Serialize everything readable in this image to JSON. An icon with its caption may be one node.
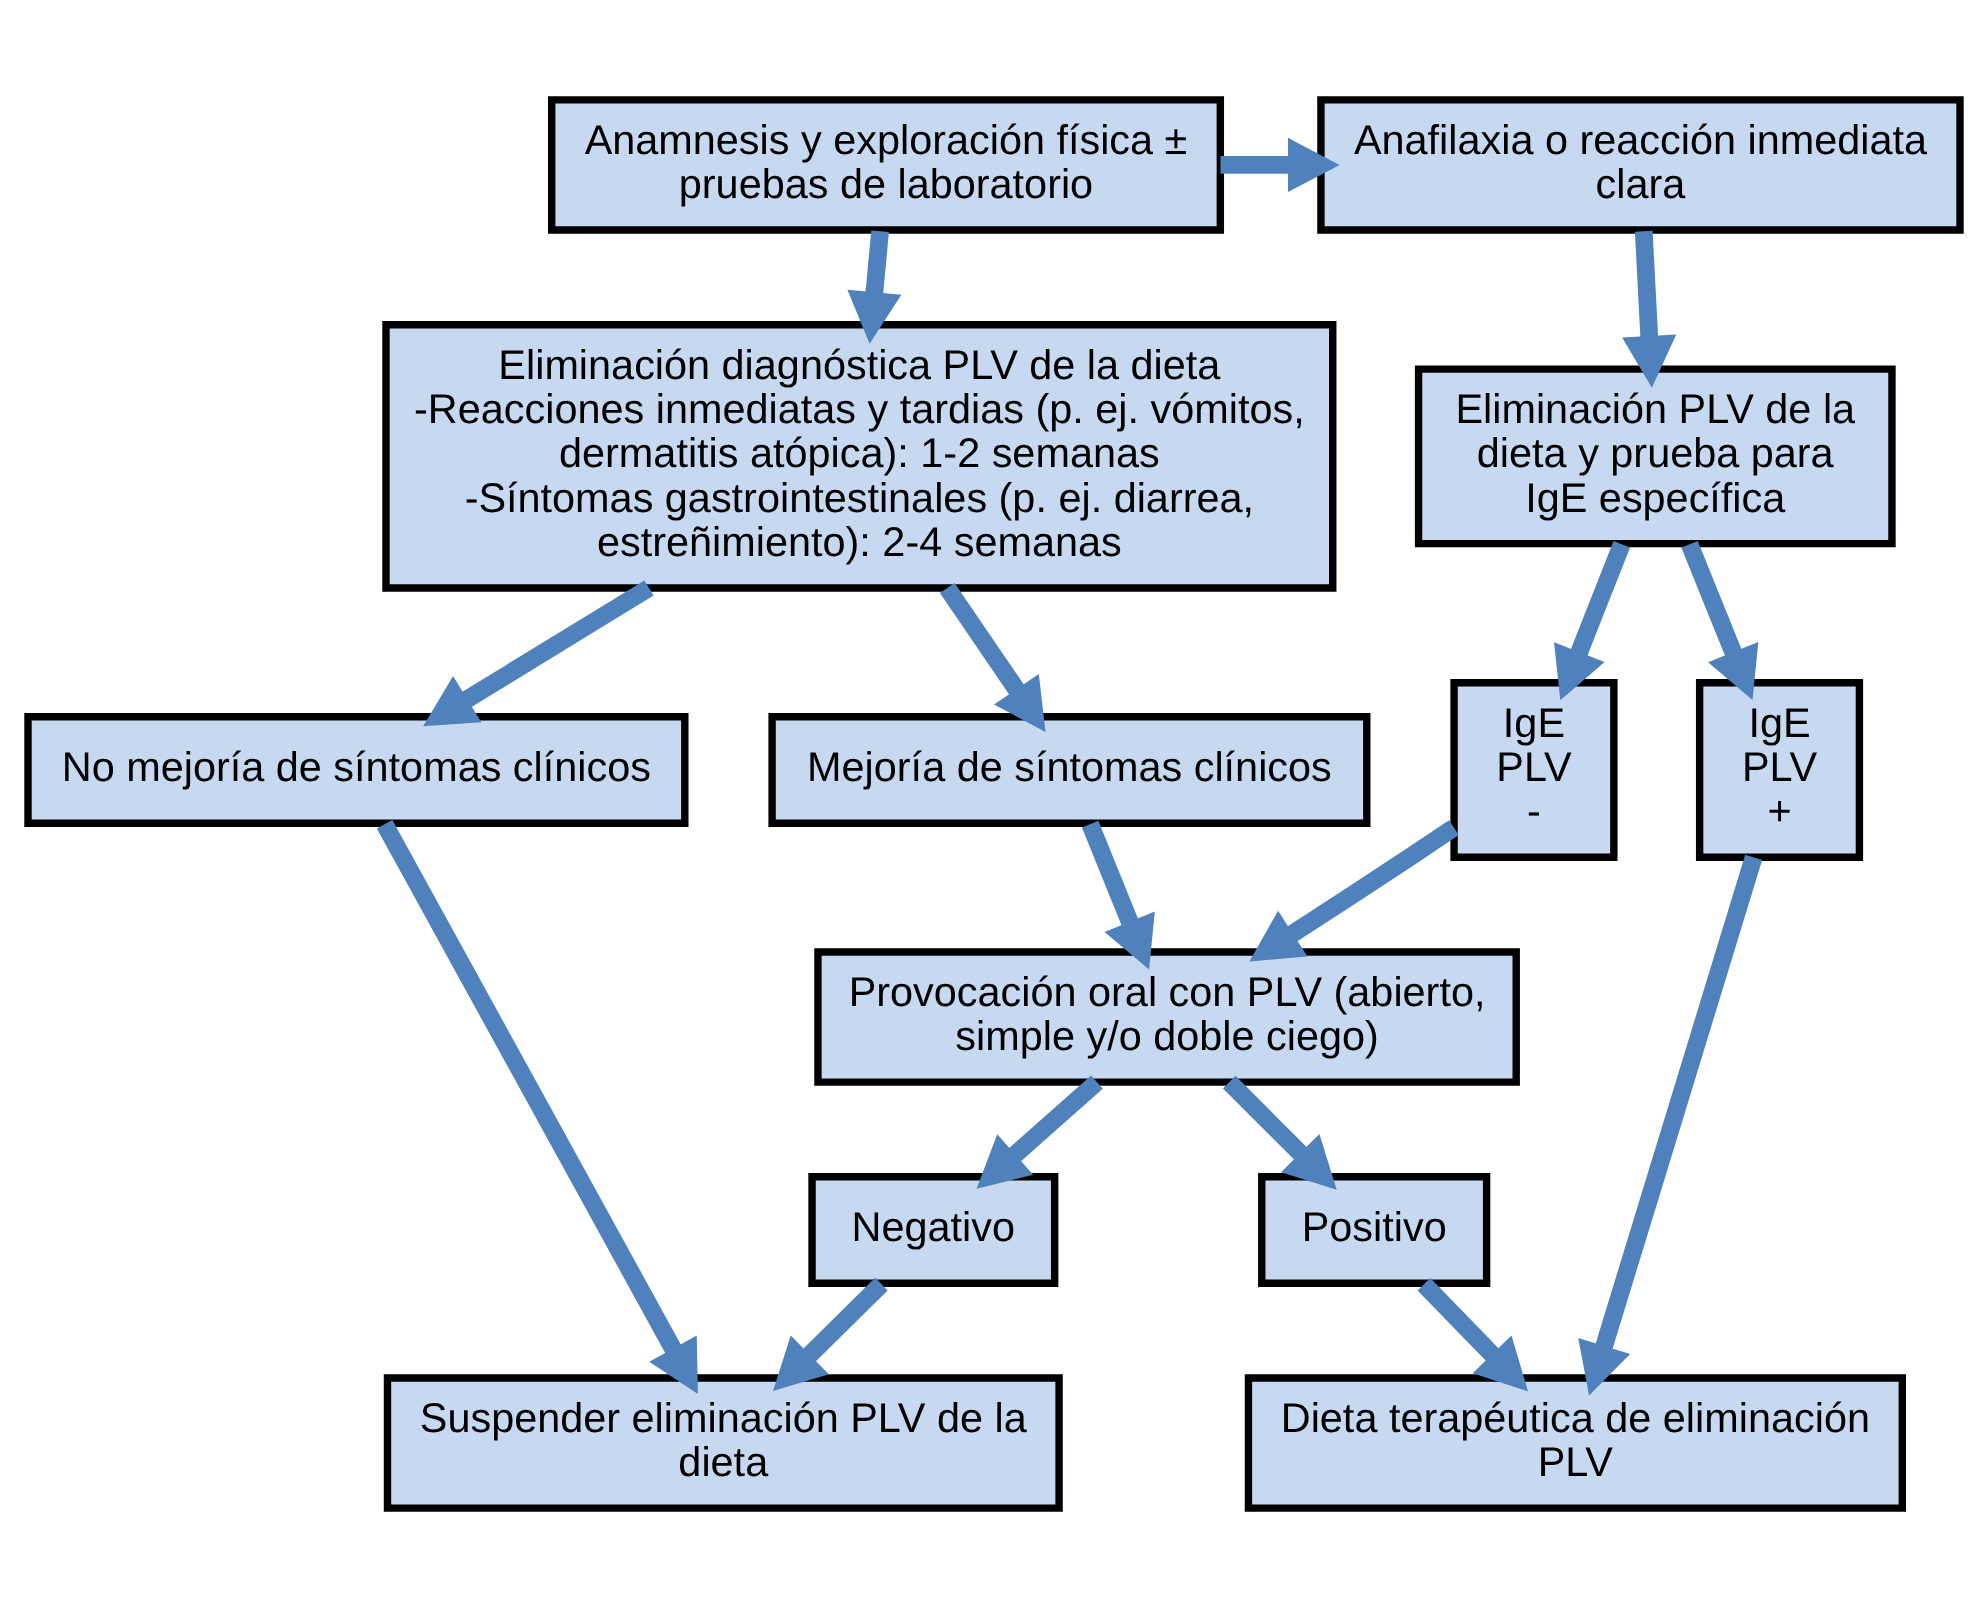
{
  "diagram": {
    "nodes": [
      {
        "text": [
          "Anamnesis y exploración física ± pruebas de laboratorio"
        ]
      },
      {
        "text": [
          "Anafilaxia o reacción inmediata clara"
        ]
      },
      {
        "text": [
          "Eliminación diagnóstica PLV de la dieta",
          "-Reacciones inmediatas y tardias (p. ej. vómitos, dermatitis atópica): 1-2 semanas",
          "-Síntomas gastrointestinales (p. ej. diarrea, estreñimiento): 2-4 semanas"
        ]
      },
      {
        "text": [
          "Eliminación PLV de la dieta y prueba para IgE específica"
        ]
      },
      {
        "text": [
          "No mejoría de síntomas clínicos"
        ]
      },
      {
        "text": [
          "Mejoría de síntomas clínicos"
        ]
      },
      {
        "text": [
          "IgE PLV -"
        ]
      },
      {
        "text": [
          "IgE PLV +"
        ]
      },
      {
        "text": [
          "Provocación oral con PLV (abierto, simple y/o doble ciego)"
        ]
      },
      {
        "text": [
          "Negativo"
        ]
      },
      {
        "text": [
          "Positivo"
        ]
      },
      {
        "text": [
          "Suspender eliminación PLV de la dieta"
        ]
      },
      {
        "text": [
          "Dieta terapéutica de eliminación PLV"
        ]
      }
    ],
    "edges": [
      {
        "from": 0,
        "to": 1,
        "arrow": "to"
      },
      {
        "from": 0,
        "to": 2,
        "arrow": "to"
      },
      {
        "from": 1,
        "to": 3,
        "arrow": "to"
      },
      {
        "from": 2,
        "to": 4,
        "arrow": "to"
      },
      {
        "from": 2,
        "to": 5,
        "arrow": "to"
      },
      {
        "from": 3,
        "to": 6,
        "arrow": "to"
      },
      {
        "from": 3,
        "to": 7,
        "arrow": "to"
      },
      {
        "from": 4,
        "to": 11,
        "arrow": "to"
      },
      {
        "from": 5,
        "to": 8,
        "arrow": "to"
      },
      {
        "from": 6,
        "to": 8,
        "arrow": "to"
      },
      {
        "from": 7,
        "to": 12,
        "arrow": "to"
      },
      {
        "from": 8,
        "to": 9,
        "arrow": "to"
      },
      {
        "from": 8,
        "to": 10,
        "arrow": "to"
      },
      {
        "from": 9,
        "to": 11,
        "arrow": "to"
      },
      {
        "from": 10,
        "to": 12,
        "arrow": "to"
      }
    ]
  }
}
